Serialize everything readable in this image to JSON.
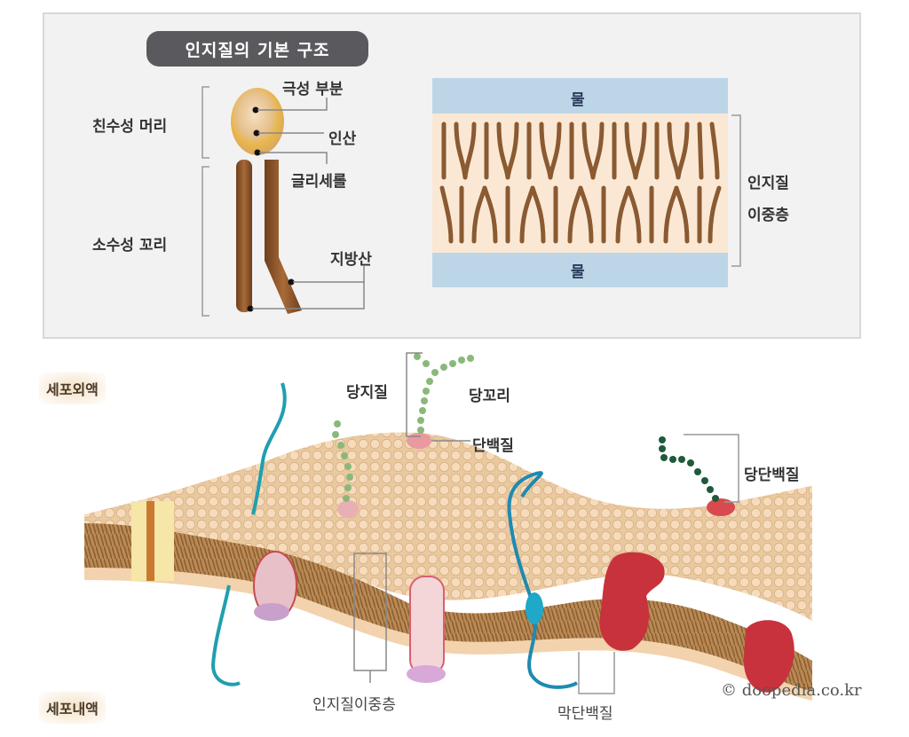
{
  "top_panel": {
    "title": "인지질의 기본 구조",
    "phospholipid_labels": {
      "hydrophilic_head": "친수성 머리",
      "hydrophobic_tail": "소수성 꼬리",
      "polar_part": "극성 부분",
      "phosphate": "인산",
      "glycerol": "글리세롤",
      "fatty_acid": "지방산"
    },
    "bilayer": {
      "water_top": "물",
      "water_bottom": "물",
      "bilayer_label_line1": "인지질",
      "bilayer_label_line2": "이중층"
    }
  },
  "membrane_diagram": {
    "extracellular": "세포외액",
    "intracellular": "세포내액",
    "glycolipid": "당지질",
    "sugar_chain": "당꼬리",
    "protein": "단백질",
    "glycoprotein": "당단백질",
    "phospholipid_bilayer": "인지질이중층",
    "membrane_protein": "막단백질"
  },
  "copyright": "© doopedia.co.kr",
  "colors": {
    "panel_bg": "#f2f2f3",
    "title_pill": "#5a5a5e",
    "water": "#bcd6e8",
    "tail_brown": "#8a5a32",
    "head_beige": "#f2d3ad",
    "membrane_core": "#b98a55",
    "protein_red": "#c8323c",
    "protein_pink": "#e8b8c0",
    "chain_teal": "#1f9fb0",
    "chain_green": "#8ab87a",
    "chain_darkgreen": "#1f5a3a"
  }
}
